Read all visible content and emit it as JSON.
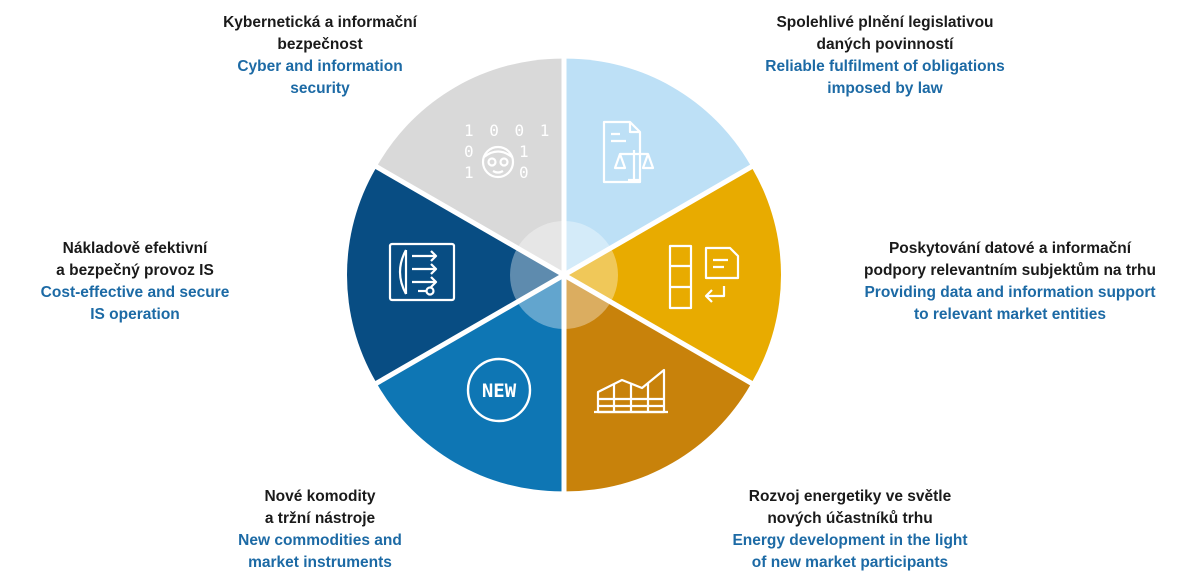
{
  "segments": [
    {
      "id": "cyber-security",
      "icon": "binary-hacker-icon",
      "color": "#d9d9d9",
      "cz": [
        "Kybernetická a informační",
        "bezpečnost"
      ],
      "en": [
        "Cyber and information",
        "security"
      ],
      "icon_text": [
        "1 0 0 1",
        "0",
        "1",
        "1",
        "0"
      ]
    },
    {
      "id": "legal-obligations",
      "icon": "document-scales-icon",
      "color": "#bde0f6",
      "cz": [
        "Spolehlivé plnění legislativou",
        "daných povinností"
      ],
      "en": [
        "Reliable fulfilment of obligations",
        "imposed by law"
      ]
    },
    {
      "id": "data-support",
      "icon": "data-transfer-icon",
      "color": "#e8ab00",
      "cz": [
        "Poskytování datové a informační",
        "podpory relevantním subjektům na trhu"
      ],
      "en": [
        "Providing data and information support",
        "to relevant market entities"
      ]
    },
    {
      "id": "energy-development",
      "icon": "rising-chart-icon",
      "color": "#c8820b",
      "cz": [
        "Rozvoj energetiky ve světle",
        "nových účastníků trhu"
      ],
      "en": [
        "Energy development in the light",
        "of new market participants"
      ]
    },
    {
      "id": "new-commodities",
      "icon": "new-badge-icon",
      "color": "#0e76b4",
      "cz": [
        "Nové komodity",
        "a tržní nástroje"
      ],
      "en": [
        "New commodities and",
        "market instruments"
      ],
      "icon_text": [
        "NEW"
      ]
    },
    {
      "id": "is-operation",
      "icon": "process-flow-icon",
      "color": "#084d83",
      "cz": [
        "Nákladově efektivní",
        "a bezpečný provoz IS"
      ],
      "en": [
        "Cost-effective and secure",
        "IS operation"
      ]
    }
  ]
}
